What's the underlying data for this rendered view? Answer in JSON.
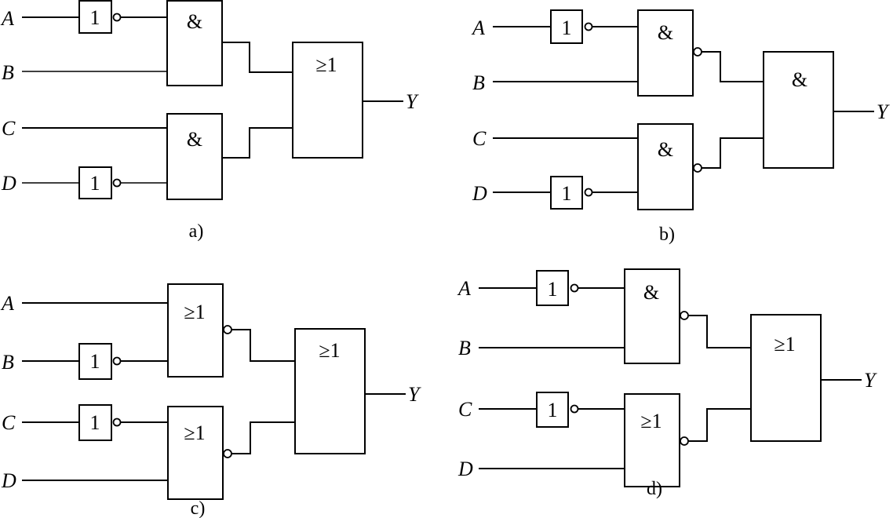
{
  "figure": {
    "circuits": [
      {
        "id": "a",
        "caption": "a)",
        "inputs": [
          "A",
          "B",
          "C",
          "D"
        ],
        "output": "Y",
        "not_symbol": "1",
        "gate1_symbol": "&",
        "gate2_symbol": "&",
        "final_symbol": "≥1",
        "gate1_inverted": false,
        "gate2_inverted": false
      },
      {
        "id": "b",
        "caption": "b)",
        "inputs": [
          "A",
          "B",
          "C",
          "D"
        ],
        "output": "Y",
        "not_symbol": "1",
        "gate1_symbol": "&",
        "gate2_symbol": "&",
        "final_symbol": "&",
        "gate1_inverted": true,
        "gate2_inverted": true
      },
      {
        "id": "c",
        "caption": "c)",
        "inputs": [
          "A",
          "B",
          "C",
          "D"
        ],
        "output": "Y",
        "not_symbol": "1",
        "gate1_symbol": "≥1",
        "gate2_symbol": "≥1",
        "final_symbol": "≥1",
        "gate1_inverted": true,
        "gate2_inverted": true
      },
      {
        "id": "d",
        "caption": "d)",
        "inputs": [
          "A",
          "B",
          "C",
          "D"
        ],
        "output": "Y",
        "not_symbol": "1",
        "gate1_symbol": "&",
        "gate2_symbol": "≥1",
        "final_symbol": "≥1",
        "gate1_inverted": true,
        "gate2_inverted": true
      }
    ]
  }
}
